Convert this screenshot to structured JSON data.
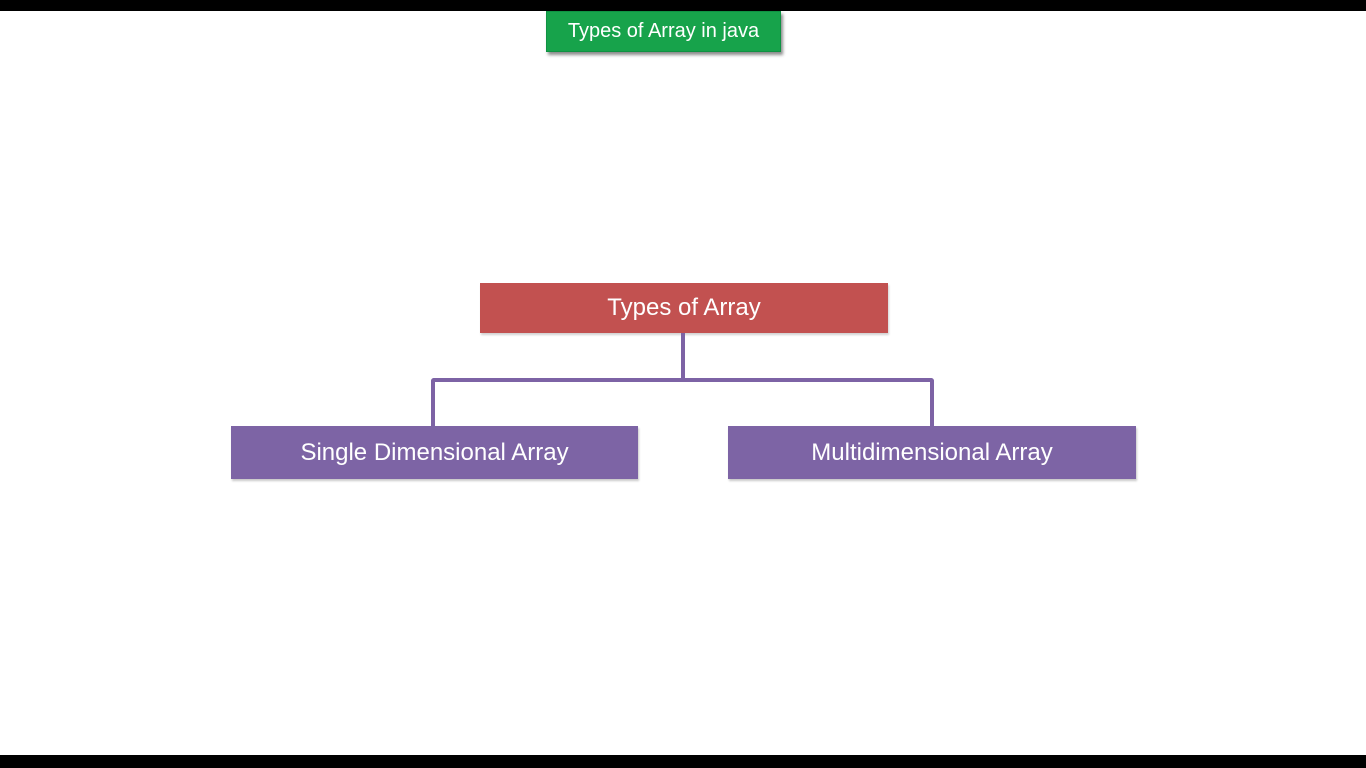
{
  "slide": {
    "background_color": "#ffffff",
    "letterbox_color": "#000000"
  },
  "header_badge": {
    "label": "Types of Array in java",
    "bg_color": "#17a34b",
    "border_color": "#0f9243",
    "text_color": "#ffffff"
  },
  "diagram": {
    "connector_color": "#7d63a5",
    "root": {
      "label": "Types of Array",
      "bg_color": "#c25150",
      "text_color": "#ffffff"
    },
    "children": [
      {
        "label": "Single Dimensional Array",
        "bg_color": "#7d64a5",
        "text_color": "#ffffff"
      },
      {
        "label": "Multidimensional Array",
        "bg_color": "#7d64a5",
        "text_color": "#ffffff"
      }
    ]
  }
}
